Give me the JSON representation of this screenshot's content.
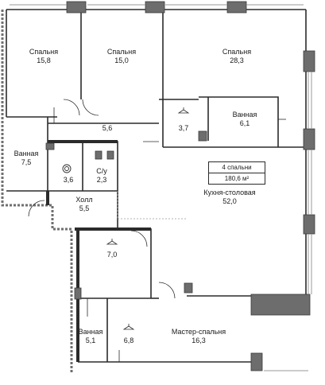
{
  "rooms": [
    {
      "id": "bedroom-1",
      "name": "Спальня",
      "area": "15,8"
    },
    {
      "id": "bedroom-2",
      "name": "Спальня",
      "area": "15,0"
    },
    {
      "id": "bedroom-3",
      "name": "Спальня",
      "area": "28,3"
    },
    {
      "id": "corridor",
      "name": "",
      "area": "5,6"
    },
    {
      "id": "wardrobe-1",
      "name": "",
      "area": "3,7"
    },
    {
      "id": "bathroom-1",
      "name": "Ванная",
      "area": "6,1"
    },
    {
      "id": "bathroom-2",
      "name": "Ванная",
      "area": "7,5"
    },
    {
      "id": "laundry",
      "name": "",
      "area": "3,6"
    },
    {
      "id": "toilet",
      "name": "С/у",
      "area": "2,3"
    },
    {
      "id": "hall",
      "name": "Холл",
      "area": "5,5"
    },
    {
      "id": "kitchen-living",
      "name": "Кухня-столовая",
      "area": "52,0"
    },
    {
      "id": "wardrobe-2",
      "name": "",
      "area": "7,0"
    },
    {
      "id": "bathroom-3",
      "name": "Ванная",
      "area": "5,1"
    },
    {
      "id": "wardrobe-3",
      "name": "",
      "area": "6,8"
    },
    {
      "id": "master-bedroom",
      "name": "Мастер-спальня",
      "area": "16,3"
    }
  ],
  "summary": {
    "bedrooms": "4 спальни",
    "total_area": "180,6 м²"
  },
  "colors": {
    "wall": "#2b2b2b",
    "exterior": "#7a7a7a",
    "column": "#6d6d6d",
    "line": "#9a9a9a"
  }
}
